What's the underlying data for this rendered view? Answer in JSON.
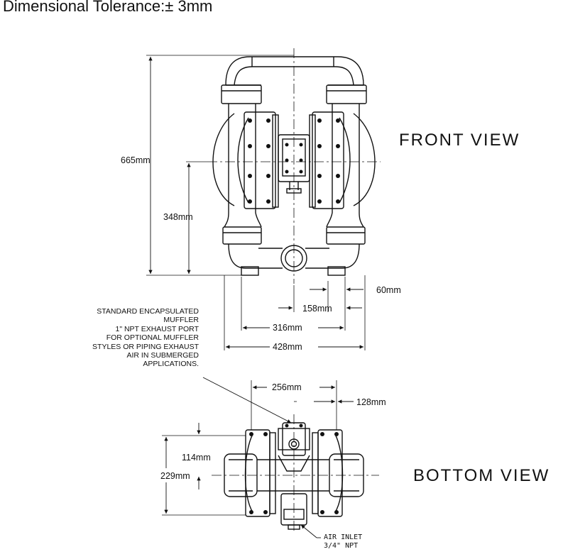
{
  "title": "Dimensional Tolerance:± 3mm",
  "views": {
    "front": "FRONT VIEW",
    "bottom": "BOTTOM VIEW"
  },
  "dimensions": {
    "overall_height": "665mm",
    "center_height": "348mm",
    "foot_width": "60mm",
    "inner_span": "158mm",
    "port_span": "316mm",
    "overall_width": "428mm",
    "mount_span": "256mm",
    "half_mount": "128mm",
    "half_depth": "114mm",
    "depth": "229mm"
  },
  "notes": {
    "muffler": [
      "STANDARD ENCAPSULATED MUFFLER",
      "1\" NPT EXHAUST PORT",
      "FOR OPTIONAL MUFFLER",
      "STYLES OR PIPING EXHAUST",
      "AIR IN SUBMERGED",
      "APPLICATIONS."
    ],
    "air_inlet": [
      "AIR INLET",
      "3/4\" NPT"
    ]
  }
}
